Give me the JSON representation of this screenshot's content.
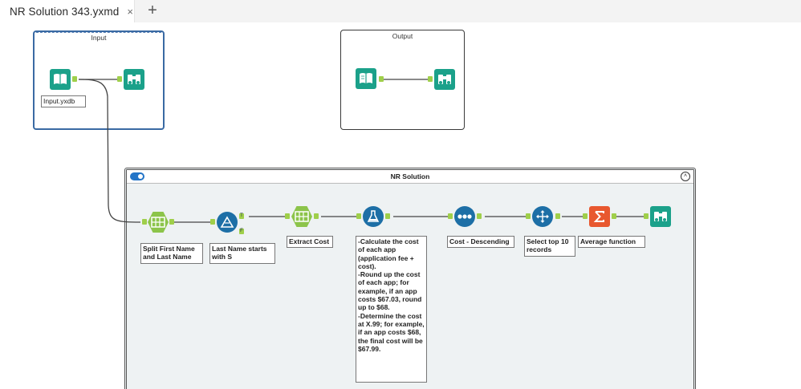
{
  "tabs": {
    "active_title": "NR Solution 343.yxmd",
    "close_glyph": "×",
    "add_glyph": "+"
  },
  "containers": {
    "input": {
      "title": "Input",
      "file_label": "Input.yxdb"
    },
    "output": {
      "title": "Output"
    },
    "nr": {
      "title": "NR Solution",
      "collapse_glyph": "˄"
    }
  },
  "tools": [
    {
      "name": "input-data-tool",
      "icon": "book-icon",
      "color": "#1ba18a"
    },
    {
      "name": "browse-tool",
      "icon": "binoculars-icon",
      "color": "#1ba18a"
    },
    {
      "name": "output-data-tool",
      "icon": "book-icon",
      "color": "#1ba18a"
    },
    {
      "name": "text-to-columns-tool",
      "icon": "split-columns-icon",
      "color": "#8cc44a"
    },
    {
      "name": "filter-tool",
      "icon": "filter-triangle-icon",
      "color": "#1d6fa6"
    },
    {
      "name": "formula-tool",
      "icon": "flask-icon",
      "color": "#1d6fa6"
    },
    {
      "name": "sort-tool",
      "icon": "dots-icon",
      "color": "#1d6fa6"
    },
    {
      "name": "sample-tool",
      "icon": "move-arrows-icon",
      "color": "#1d6fa6"
    },
    {
      "name": "summarize-tool",
      "icon": "sigma-icon",
      "color": "#e8582f"
    }
  ],
  "annotations": {
    "split": "Split First Name and Last Name",
    "filter": "Last Name starts with S",
    "extract": "Extract Cost",
    "formula": "-Calculate the cost of each app (application fee + cost).\n-Round up the cost of each app; for example, if an app costs $67.03, round up to $68.\n-Determine the cost at X.99; for example, if an app costs $68, the final cost will be $67.99.",
    "sort": "Cost - Descending",
    "sample": "Select top 10 records",
    "summarize": "Average function"
  },
  "filter_anchors": {
    "true": "T",
    "false": "F"
  }
}
